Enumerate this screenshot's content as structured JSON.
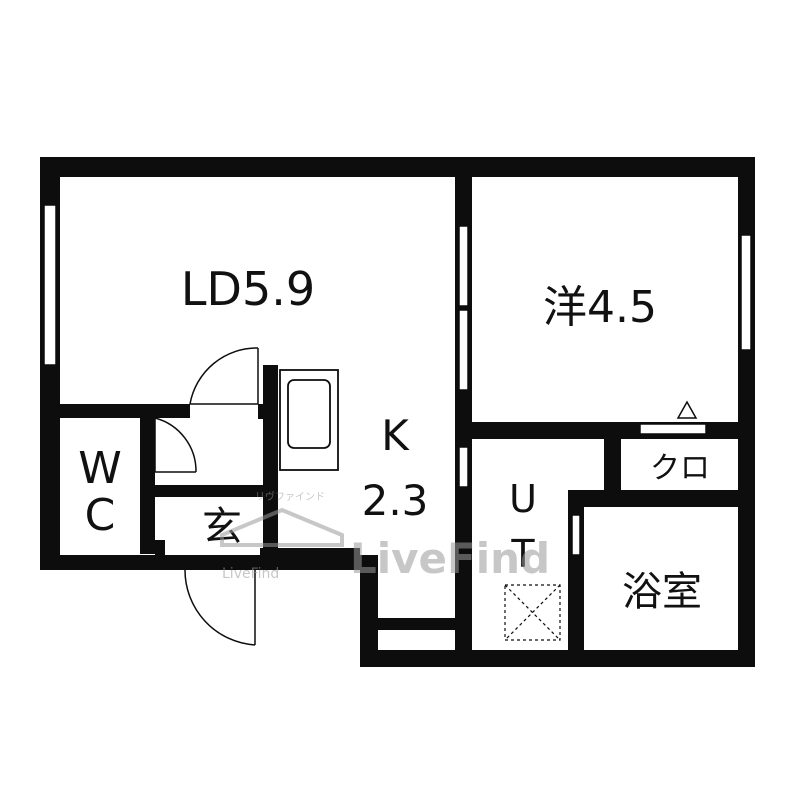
{
  "rooms": {
    "ld": "LD5.9",
    "western": "洋4.5",
    "kitchen_letter": "K",
    "kitchen_size": "2.3",
    "wc_w": "W",
    "wc_c": "C",
    "entrance": "玄",
    "ut_u": "U",
    "ut_t": "T",
    "closet": "クロ",
    "bath": "浴室"
  },
  "watermark": {
    "brand": "LiveFind",
    "small_brand": "LiveFind",
    "kana": "リヴファインド"
  },
  "colors": {
    "wall": "#0d0d0d",
    "background": "#ffffff",
    "watermark": "#9a9a9a"
  }
}
